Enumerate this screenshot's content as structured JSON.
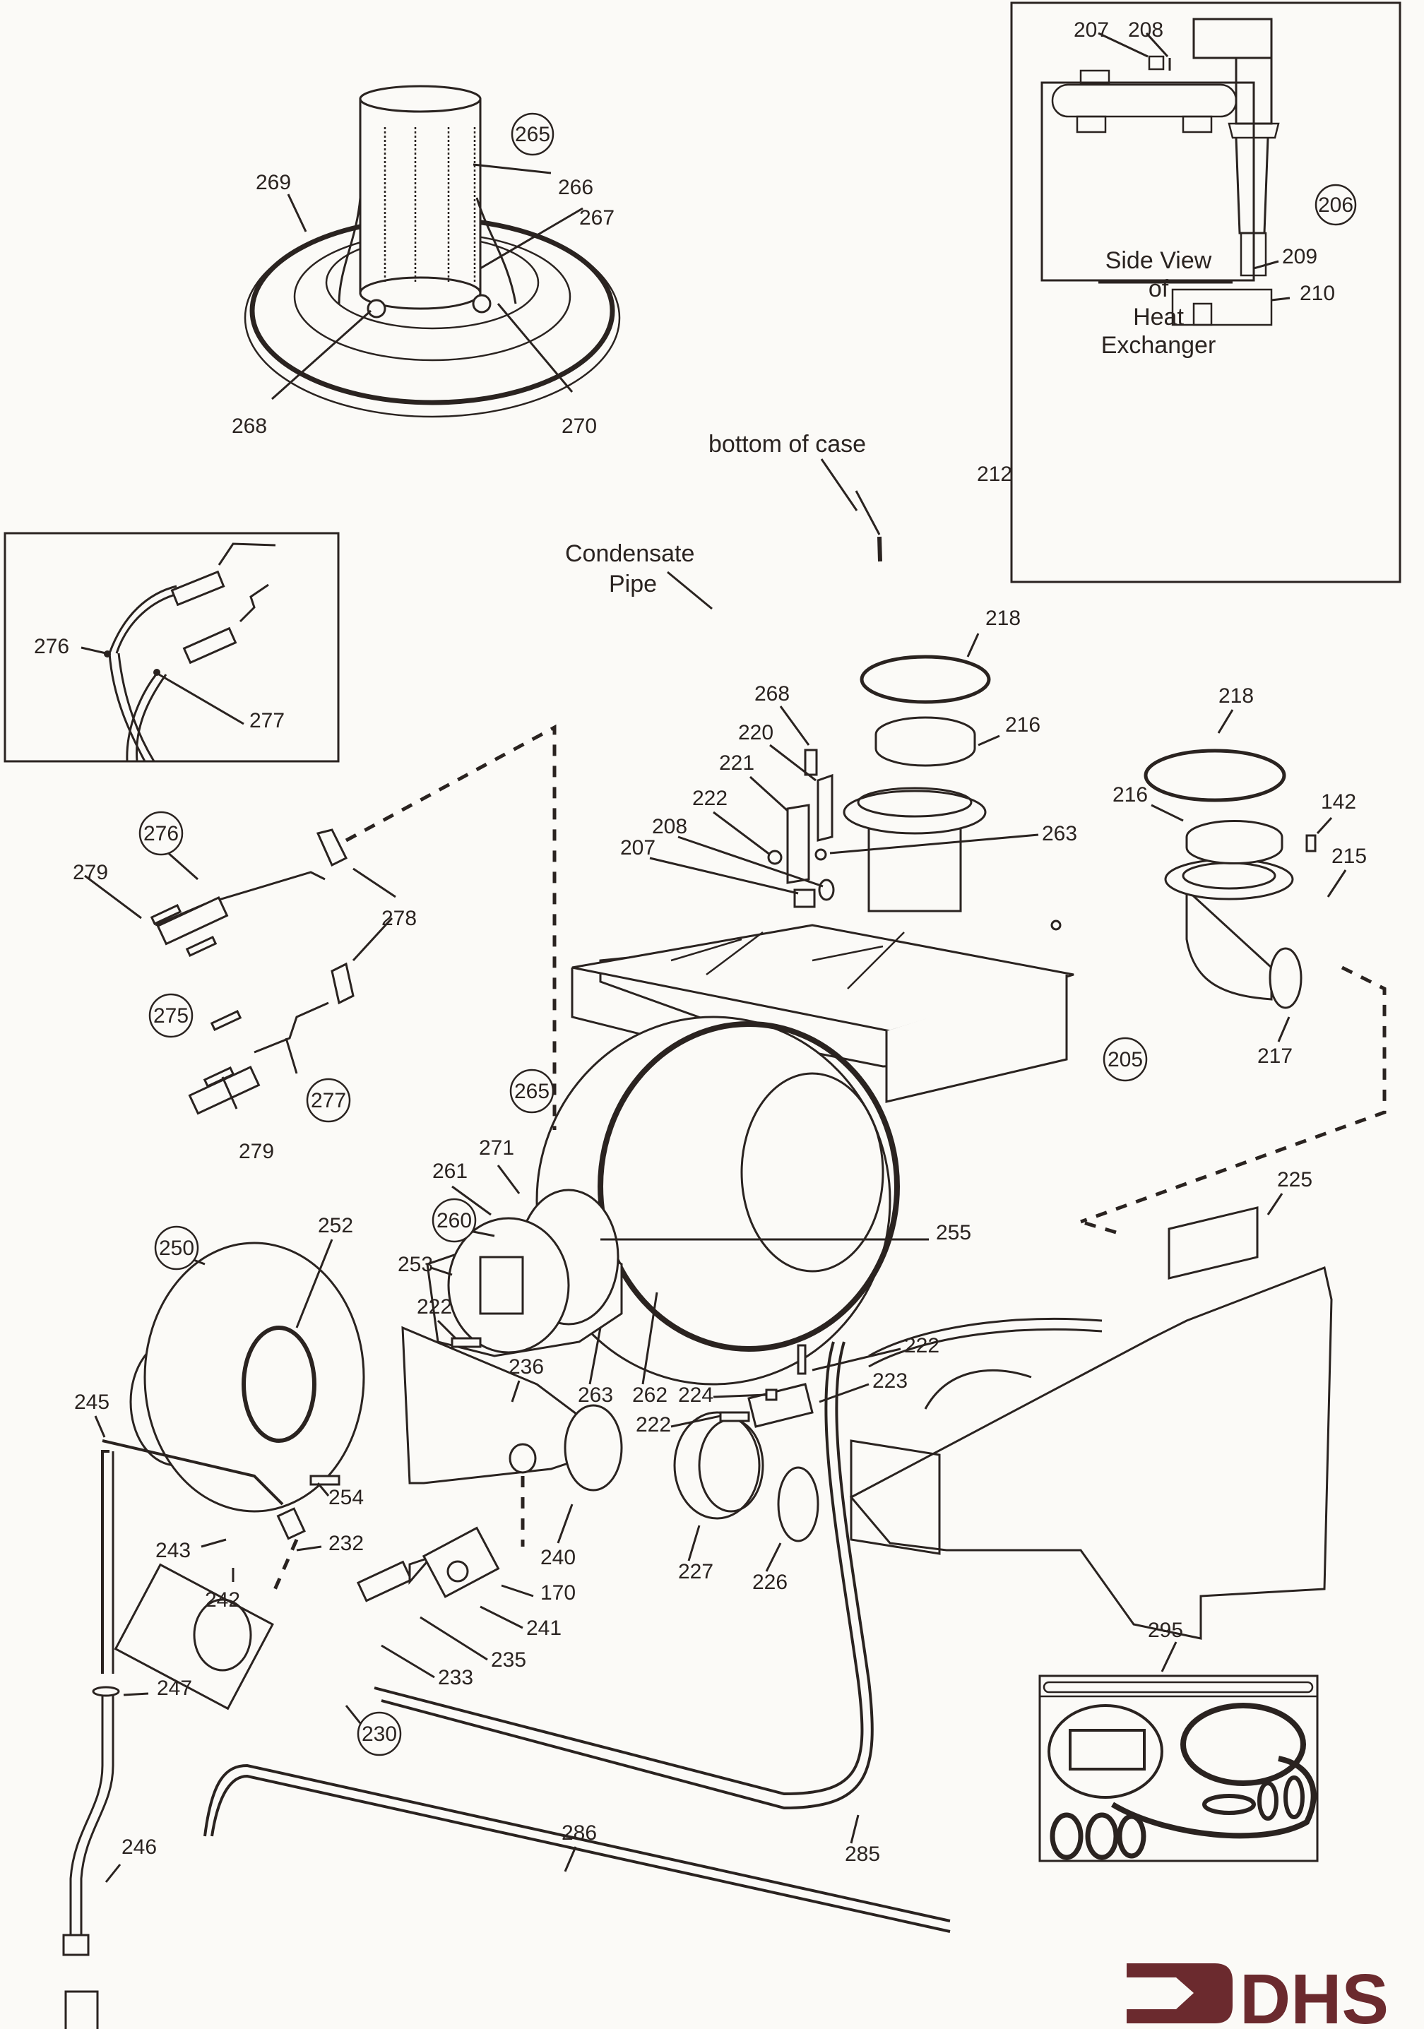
{
  "diagram": {
    "title": "Boiler exploded parts diagram",
    "side_view_box": {
      "caption_lines": [
        "Side View",
        "of",
        "Heat",
        "Exchanger"
      ],
      "labels": [
        "207",
        "208",
        "206",
        "209",
        "210"
      ]
    },
    "burner_inset": {
      "labels": [
        "265",
        "266",
        "267",
        "269",
        "268",
        "270"
      ]
    },
    "electrode_inset": {
      "labels": [
        "276",
        "277"
      ]
    },
    "annotations": {
      "bottom_of_case": "bottom of case",
      "condensate_pipe_line1": "Condensate",
      "condensate_pipe_line2": "Pipe"
    },
    "callouts": {
      "c212": "212",
      "c218a": "218",
      "c216a": "216",
      "c268b": "268",
      "c220": "220",
      "c221": "221",
      "c222a": "222",
      "c208b": "208",
      "c207b": "207",
      "c263a": "263",
      "c218b": "218",
      "c216b": "216",
      "c142": "142",
      "c215": "215",
      "c217": "217",
      "c205": "205",
      "c276b": "276",
      "c279a": "279",
      "c278": "278",
      "c275": "275",
      "c277b": "277",
      "c279b": "279",
      "c265b": "265",
      "c271": "271",
      "c261": "261",
      "c260": "260",
      "c253": "253",
      "c255": "255",
      "c250": "250",
      "c252": "252",
      "c222b": "222",
      "c236": "236",
      "c263b": "263",
      "c262": "262",
      "c224": "224",
      "c222c": "222",
      "c223": "223",
      "c222d": "222",
      "c225": "225",
      "c245": "245",
      "c254": "254",
      "c243": "243",
      "c232": "232",
      "c242": "242",
      "c240": "240",
      "c170": "170",
      "c241": "241",
      "c235": "235",
      "c233": "233",
      "c227": "227",
      "c226": "226",
      "c247": "247",
      "c230": "230",
      "c246": "246",
      "c286": "286",
      "c285": "285",
      "c295": "295"
    },
    "logo": {
      "text": "DHS",
      "color": "#6b2a2e"
    }
  }
}
